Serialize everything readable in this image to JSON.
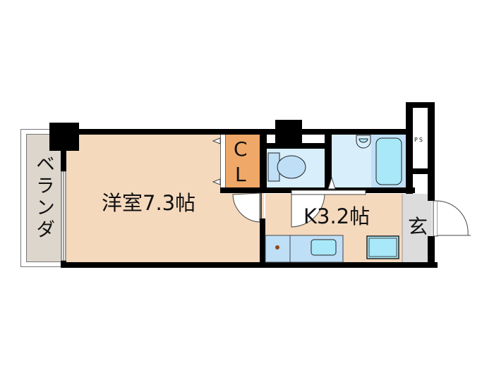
{
  "floorplan": {
    "rooms": [
      {
        "id": "western-room",
        "label": "洋室7.3帖",
        "type": "western-style room",
        "size_jo": 7.3,
        "color": "#f5d9bd"
      },
      {
        "id": "kitchen",
        "label": "K3.2帖",
        "type": "kitchen",
        "size_jo": 3.2,
        "color": "#f5d9bd"
      },
      {
        "id": "closet",
        "label_line1": "C",
        "label_line2": "L",
        "type": "closet",
        "color": "#f0a868"
      },
      {
        "id": "veranda",
        "label": "ベランダ",
        "type": "balcony",
        "color": "#ddd6cc"
      },
      {
        "id": "entrance",
        "label": "玄",
        "type": "entrance",
        "color": "#dcdcdc"
      },
      {
        "id": "pipe-space",
        "label": "PS",
        "type": "pipe space",
        "color": "#ffffff"
      },
      {
        "id": "toilet",
        "type": "toilet",
        "color": "#d8eefa"
      },
      {
        "id": "washroom",
        "type": "washroom",
        "color": "#d8eefa"
      },
      {
        "id": "bathroom",
        "type": "bathroom",
        "color": "#bfe0f8"
      }
    ],
    "fixtures": [
      "toilet",
      "washbasin",
      "bathtub",
      "stove",
      "sink",
      "refrigerator-space"
    ],
    "colors": {
      "wall": "#000000",
      "room_floor": "#f5d9bd",
      "closet": "#f0a868",
      "water_area": "#d8eefa",
      "bath_area": "#bfe0f8",
      "fixture_fill": "#a8e8f8",
      "veranda": "#ddd6cc",
      "entrance": "#dcdcdc"
    }
  }
}
